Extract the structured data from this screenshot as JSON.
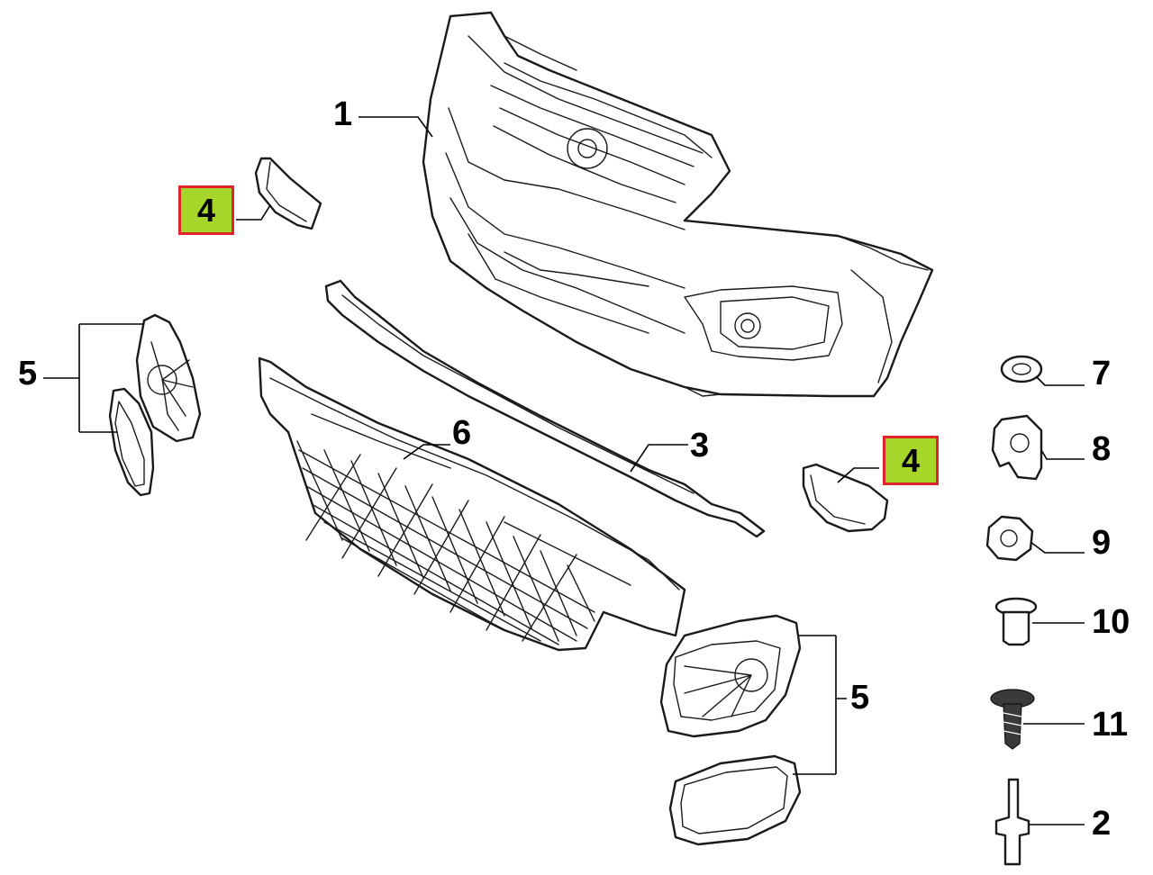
{
  "diagram": {
    "highlight_color": "#a6d62a",
    "highlight_border_color": "#e0242b",
    "callouts": {
      "bumper": "1",
      "stud": "2",
      "strip": "3",
      "trim_upper_left": "4",
      "trim_right": "5",
      "trim_left": "5",
      "grille": "6",
      "washer": "7",
      "clip": "8",
      "nut": "9",
      "pin": "10",
      "screw": "11",
      "trim_highlight_left": "4",
      "trim_highlight_right": "4"
    },
    "highlighted": [
      "4"
    ]
  }
}
